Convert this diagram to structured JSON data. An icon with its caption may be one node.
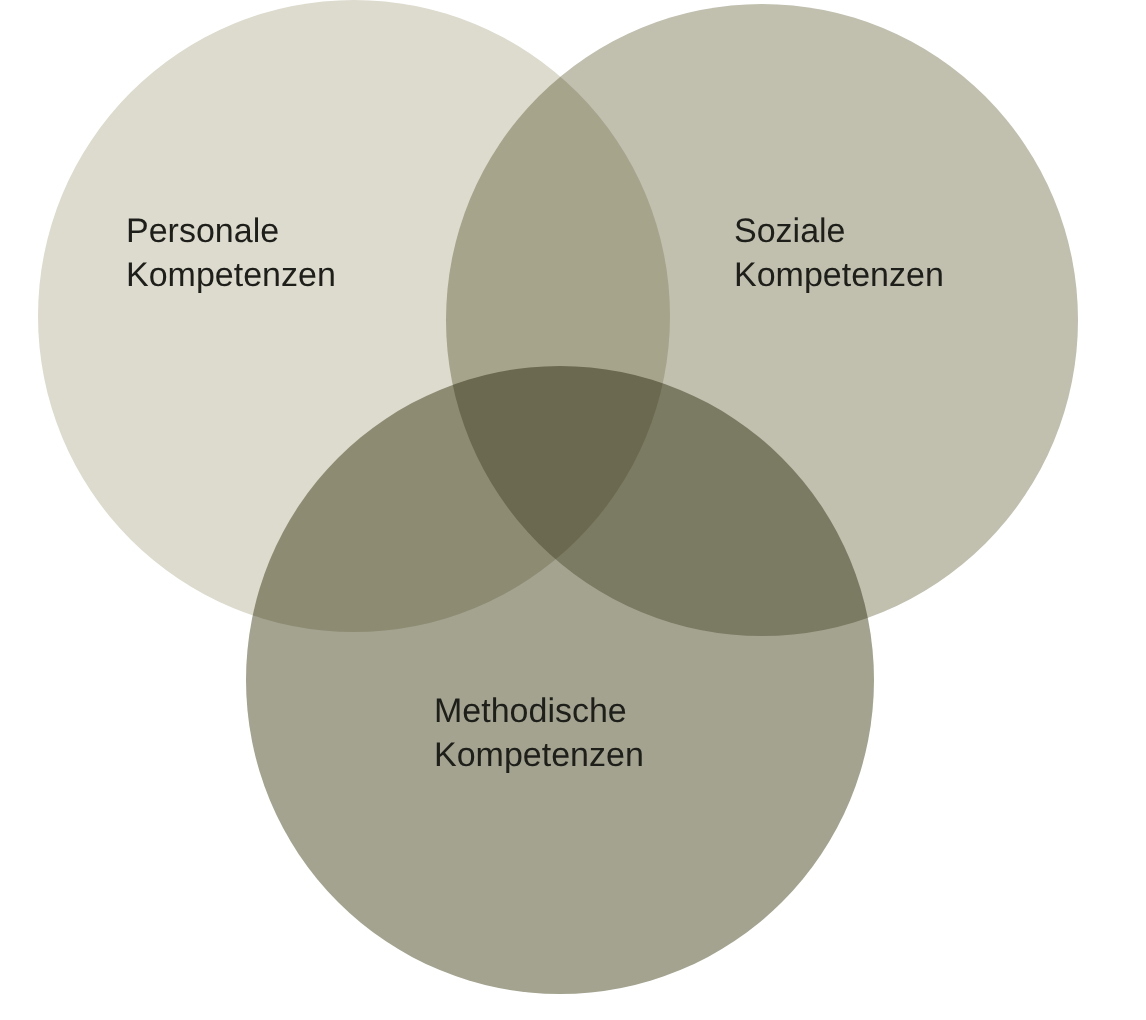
{
  "diagram": {
    "nodes": [
      {
        "text": [
          "Personale Kompetenzen"
        ]
      },
      {
        "text": [
          "Soziale Kompetenzen"
        ]
      },
      {
        "text": [
          "Methodische Kompetenzen"
        ]
      }
    ],
    "edges": []
  }
}
